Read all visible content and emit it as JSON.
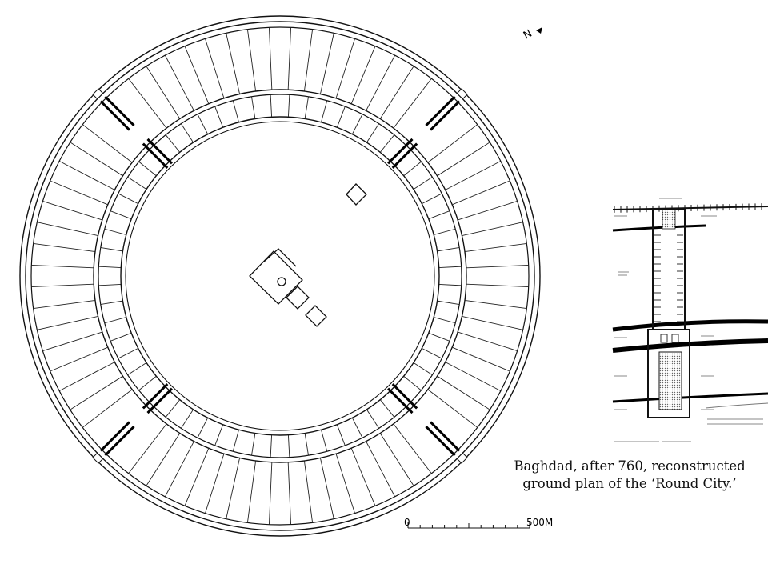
{
  "north_label": "N",
  "caption": {
    "line1": "Baghdad, after 760, reconstructed",
    "line2": "ground plan of the ‘Round City.’"
  },
  "scale_bar": {
    "start_label": "0",
    "end_label": "500M"
  },
  "colors": {
    "ink": "#111111",
    "background": "#ffffff",
    "hatch": "#777777"
  }
}
